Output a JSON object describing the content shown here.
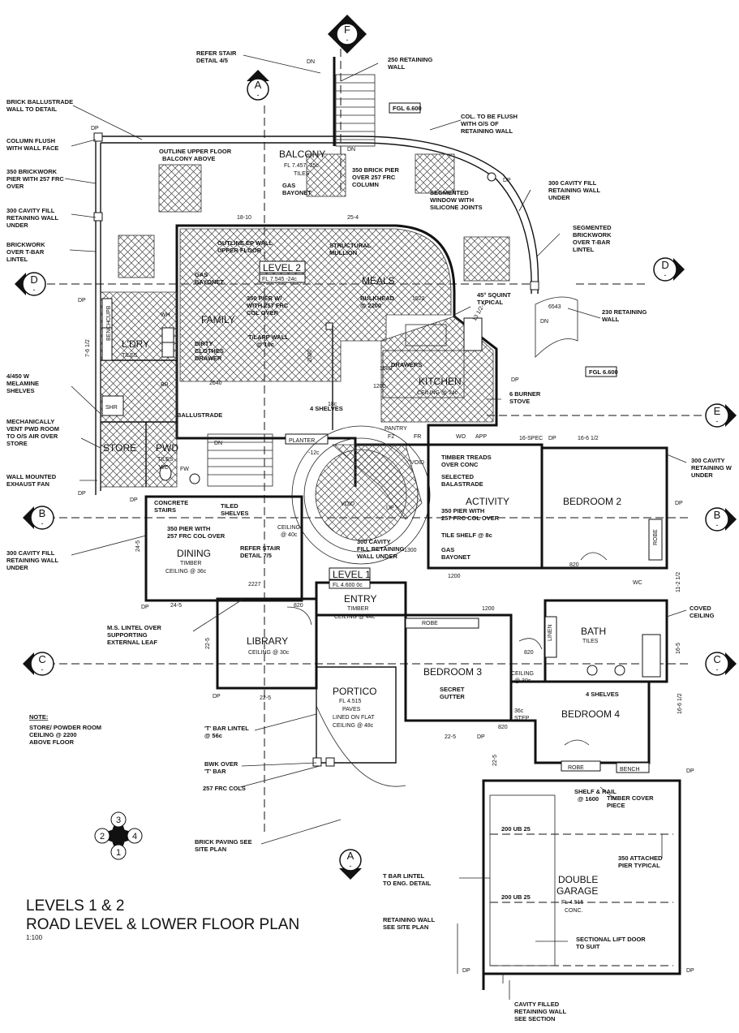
{
  "sections": {
    "F": "F",
    "A": "A",
    "D": "D",
    "B": "B",
    "C": "C",
    "E": "E",
    "sub": "-"
  },
  "rooms": {
    "balcony": "BALCONY",
    "balcony_floor": "FL 7.457 -25c",
    "balcony_finish": "TILES",
    "level2": "LEVEL 2",
    "level2_fl": "FL 7.545 -24c",
    "meals": "MEALS",
    "family": "FAMILY",
    "ldry": "L'DRY",
    "ldry_finish": "TILES",
    "kitchen": "KITCHEN",
    "kitchen_ceiling": "CEILING @ 24c",
    "pantry": "PANTRY",
    "store": "STORE",
    "pwd": "PWD",
    "pwd_finish": "TILES",
    "planter": "PLANTER",
    "void1": "VOID",
    "void2": "VOID",
    "activity": "ACTIVITY",
    "bedroom2": "BEDROOM 2",
    "dining": "DINING",
    "dining_finish": "TIMBER",
    "dining_ceiling": "CEILING @ 36c",
    "level1": "LEVEL 1",
    "level1_fl": "FL 4.600 0c",
    "entry": "ENTRY",
    "entry_finish": "TIMBER",
    "entry_ceiling": "CEILING @ 44c",
    "library": "LIBRARY",
    "library_ceiling": "CEILING @ 30c",
    "bedroom3": "BEDROOM 3",
    "portico": "PORTICO",
    "portico_fl": "FL 4.515",
    "portico_finish": "PAVES",
    "portico_note": "LINED ON FLAT",
    "portico_ceiling": "CEILING @ 48c",
    "bath": "BATH",
    "bath_finish": "TILES",
    "bedroom4": "BEDROOM 4",
    "garage1": "DOUBLE",
    "garage2": "GARAGE",
    "garage_fl": "FL 4.515",
    "garage_finish": "CONC."
  },
  "annotations": {
    "refer_stair_1": "REFER STAIR",
    "refer_stair_2": "DETAIL 4/5",
    "retaining_top_1": "250 RETAINING",
    "retaining_top_2": "WALL",
    "fgl_top": "FGL 6.600",
    "fgl_right": "FGL 6.600",
    "col_flush_1": "COL. TO BE FLUSH",
    "col_flush_2": "WITH O/S OF",
    "col_flush_3": "RETAINING WALL",
    "brick_ballustrade_1": "BRICK BALLUSTRADE",
    "brick_ballustrade_2": "WALL TO DETAIL",
    "column_flush_1": "COLUMN FLUSH",
    "column_flush_2": "WITH WALL FACE",
    "outline_upper_1": "OUTLINE UPPER FLOOR",
    "outline_upper_2": "BALCONY ABOVE",
    "brickwork_pier_1": "350 BRICKWORK",
    "brickwork_pier_2": "PIER WITH 257 FRC",
    "brickwork_pier_3": "OVER",
    "cavity_fill_left_1": "300 CAVITY FILL",
    "cavity_fill_left_2": "RETAINING WALL",
    "cavity_fill_left_3": "UNDER",
    "brickwork_tbar_1": "BRICKWORK",
    "brickwork_tbar_2": "OVER T-BAR",
    "brickwork_tbar_3": "LINTEL",
    "gas_bayonet": "GAS",
    "gas_bayonet_2": "BAYONET",
    "brick_pier_1": "350 BRICK PIER",
    "brick_pier_2": "OVER 257 FRC",
    "brick_pier_3": "COLUMN",
    "segmented_window_1": "SEGMENTED",
    "segmented_window_2": "WINDOW WITH",
    "segmented_window_3": "SILICONE JOINTS",
    "cavity_fill_right_1": "300 CAVITY FILL",
    "cavity_fill_right_2": "RETAINING WALL",
    "cavity_fill_right_3": "UNDER",
    "segmented_brick_1": "SEGMENTED",
    "segmented_brick_2": "BRICKWORK",
    "segmented_brick_3": "OVER T-BAR",
    "segmented_brick_4": "LINTEL",
    "outline_ep_1": "OUTLINE EP WALL",
    "outline_ep_2": "UPPER FLOOR",
    "structural_1": "STRUCTURAL",
    "structural_2": "MULLION",
    "pier_fam_1": "350 PIER W/",
    "pier_fam_2": "WITH 257 FRC",
    "pier_fam_3": "COL OVER",
    "bulkhead_1": "BULKHEAD",
    "bulkhead_2": "@ 2200",
    "squint_1": "45° SQUINT",
    "squint_2": "TYPICAL",
    "retaining_230_1": "230 RETAINING",
    "retaining_230_2": "WALL",
    "tlapp_1": "T/LAPP WALL",
    "tlapp_2": "@ 10c",
    "dirty_1": "DIRTY",
    "dirty_2": "CLOTHES",
    "dirty_3": "DRAWER",
    "melamine_1": "4/450 W",
    "melamine_2": "MELAMINE",
    "melamine_3": "SHELVES",
    "mech_vent_1": "MECHANICALLY",
    "mech_vent_2": "VENT PWD ROOM",
    "mech_vent_3": "TO O/S AIR OVER",
    "mech_vent_4": "STORE",
    "exhaust_1": "WALL MOUNTED",
    "exhaust_2": "EXHAUST FAN",
    "cavity_fill_b_1": "300 CAVITY FILL",
    "cavity_fill_b_2": "RETAINING WALL",
    "cavity_fill_b_3": "UNDER",
    "ballustrade": "BALLUSTRADE",
    "four_shelves": "4 SHELVES",
    "drawers": "DRAWERS",
    "burner_1": "6 BURNER",
    "burner_2": "STOVE",
    "concrete_stairs_1": "CONCRETE",
    "concrete_stairs_2": "STAIRS",
    "tiled_shelves_1": "TILED",
    "tiled_shelves_2": "SHELVES",
    "pier_dining_1": "350 PIER WITH",
    "pier_dining_2": "257 FRC COL OVER",
    "ceiling_40": "CEILING",
    "ceiling_40_2": "@ 40c",
    "refer_stair_b_1": "REFER STAIR",
    "refer_stair_b_2": "DETAIL 7/5",
    "cavity_void_1": "300 CAVITY",
    "cavity_void_2": "FILL RETAINING",
    "cavity_void_3": "WALL UNDER",
    "timber_treads_1": "TIMBER TREADS",
    "timber_treads_2": "OVER CONC",
    "selected_bal_1": "SELECTED",
    "selected_bal_2": "BALASTRADE",
    "pier_activity_1": "350 PIER WITH",
    "pier_activity_2": "257 FRC COL OVER",
    "tile_shelf": "TILE SHELF @ 8c",
    "gas_act_1": "GAS",
    "gas_act_2": "BAYONET",
    "cavity_right_1": "300 CAVITY",
    "cavity_right_2": "RETAINING W",
    "cavity_right_3": "UNDER",
    "coved_1": "COVED",
    "coved_2": "CEILING",
    "ms_lintel_1": "M.S. LINTEL OVER",
    "ms_lintel_2": "SUPPORTING",
    "ms_lintel_3": "EXTERNAL LEAF",
    "secret_gutter_1": "SECRET",
    "secret_gutter_2": "GUTTER",
    "ceiling_30": "CEILING",
    "ceiling_30_2": "@ 30c",
    "four_shelves_b": "4 SHELVES",
    "step_1": "36c",
    "step_2": "STEP",
    "note_title": "NOTE:",
    "note_1": "STORE/ POWDER ROOM",
    "note_2": "CEILING @ 2200",
    "note_3": "ABOVE FLOOR",
    "tbar_lintel_1": "'T' BAR LINTEL",
    "tbar_lintel_2": "@ 56c",
    "bwk_over_1": "BWK OVER",
    "bwk_over_2": "'T' BAR",
    "frc_cols": "257 FRC COLS",
    "brick_paving_1": "BRICK PAVING SEE",
    "brick_paving_2": "SITE PLAN",
    "shelf_rail_1": "SHELF & RAIL",
    "shelf_rail_2": "@ 1600",
    "timber_cover_1": "TIMBER COVER",
    "timber_cover_2": "PIECE",
    "attached_pier_1": "350 ATTACHED",
    "attached_pier_2": "PIER TYPICAL",
    "tbar_eng_1": "T BAR LINTEL",
    "tbar_eng_2": "TO ENG. DETAIL",
    "retaining_site_1": "RETAINING WALL",
    "retaining_site_2": "SEE SITE PLAN",
    "sectional_door_1": "SECTIONAL LIFT DOOR",
    "sectional_door_2": "TO SUIT",
    "cavity_section_1": "CAVITY FILLED",
    "cavity_section_2": "RETAINING WALL",
    "cavity_section_3": "SEE SECTION",
    "ub_1": "200 UB 25",
    "ub_2": "200 UB 25",
    "bench_g": "BENCH",
    "robe_g": "ROBE"
  },
  "small_labels": {
    "dn_top": "DN",
    "dn_balc": "DN",
    "dp": "DP",
    "dn_right": "DN",
    "wh": "WH",
    "bench": "BENCH",
    "cupb": "CUPB",
    "shr": "SHR",
    "br": "BR",
    "wc": "WC",
    "fw": "FW",
    "dn_stair": "DN",
    "up": "UP",
    "f2": "F2",
    "fr": "FR",
    "wo": "WO",
    "app": "APP",
    "robe_b2": "ROBE",
    "robe_b3": "ROBE",
    "linen": "LINEN",
    "wc2": "WC",
    "bench_b4": "BENCH",
    "robe_b4": "ROBE",
    "door_820": "820"
  },
  "dimensions": {
    "d1810": "18-10",
    "d254": "25-4",
    "d1522": "1522",
    "d2640": "2640",
    "d1200": "1200",
    "d2000": "2000",
    "d2227": "2227",
    "d245a": "24-5",
    "d245b": "24-5",
    "d225a": "22-5",
    "d225b": "22-5",
    "d225c": "22-5",
    "d225d": "22-5",
    "d1200b": "1200",
    "d1200c": "1200",
    "d1612": "16-6 1/2",
    "d1612b": "16-6 1/2",
    "d1125": "11-2 1/2",
    "d165": "16-5",
    "d1300": "1300",
    "d1580": "1580",
    "d726": "7-6 1/2",
    "d16spec": "16-SPEC",
    "d1412": "13 1/2-1",
    "d6543": "6543",
    "d12c": "-12c",
    "d18c": "18c"
  },
  "compass": {
    "n3": "3",
    "n2": "2",
    "n4": "4",
    "n1": "1"
  },
  "title": {
    "line1": "LEVELS 1 & 2",
    "line2": "ROAD LEVEL & LOWER FLOOR PLAN",
    "scale": "1:100"
  }
}
